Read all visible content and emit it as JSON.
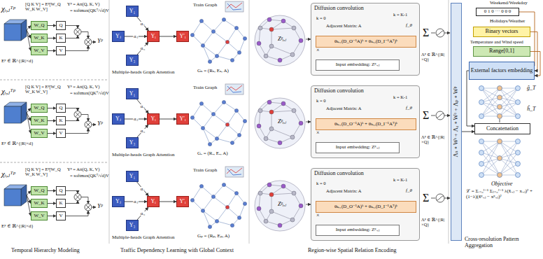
{
  "diagram": {
    "nodes": [
      {
        "text": [
          "W_Q"
        ]
      },
      {
        "text": [
          "W_K"
        ]
      },
      {
        "text": [
          "W_V"
        ]
      },
      {
        "text": [
          "Q"
        ]
      },
      {
        "text": [
          "K"
        ]
      },
      {
        "text": [
          "V"
        ]
      },
      {
        "text": [
          "W_Q"
        ]
      },
      {
        "text": [
          "W_K"
        ]
      },
      {
        "text": [
          "W_V"
        ]
      },
      {
        "text": [
          "Q"
        ]
      },
      {
        "text": [
          "K"
        ]
      },
      {
        "text": [
          "V"
        ]
      },
      {
        "text": [
          "W_Q"
        ]
      },
      {
        "text": [
          "W_K"
        ]
      },
      {
        "text": [
          "W_V"
        ]
      },
      {
        "text": [
          "Q"
        ]
      },
      {
        "text": [
          "K"
        ]
      },
      {
        "text": [
          "V"
        ]
      },
      {
        "text": [
          "Y₁"
        ]
      },
      {
        "text": [
          "Yⱼ"
        ]
      },
      {
        "text": [
          "Yᵢ"
        ]
      },
      {
        "text": [
          "Y₃"
        ]
      },
      {
        "text": [
          "Y′ᵢ"
        ]
      },
      {
        "text": [
          "Y₁"
        ]
      },
      {
        "text": [
          "Yⱼ"
        ]
      },
      {
        "text": [
          "Yᵢ"
        ]
      },
      {
        "text": [
          "Y₃"
        ]
      },
      {
        "text": [
          "Y′ᵢ"
        ]
      },
      {
        "text": [
          "Y₁"
        ]
      },
      {
        "text": [
          "Yⱼ"
        ]
      },
      {
        "text": [
          "Yᵢ"
        ]
      },
      {
        "text": [
          "Y₃"
        ]
      },
      {
        "text": [
          "Y′ᵢ"
        ]
      },
      {
        "text": [
          "Diffusion convolution"
        ]
      },
      {
        "text": [
          "θₖ,₁(D_O⁻¹A)ᵏ + θₖ,₂(D_I⁻¹Aᵀ)ᵏ"
        ],
        "in": 33
      },
      {
        "text": [
          "Input embedding: Zᵖᵢ,ⱼ"
        ],
        "in": 33
      },
      {
        "text": [
          "Diffusion convolution"
        ]
      },
      {
        "text": [
          "θₖ,₁(D_O⁻¹A)ᵏ + θₖ,₂(D_I⁻¹Aᵀ)ᵏ"
        ],
        "in": 36
      },
      {
        "text": [
          "Input embedding: Zᵖᵢ,ⱼ"
        ],
        "in": 36
      },
      {
        "text": [
          "Diffusion convolution"
        ]
      },
      {
        "text": [
          "θₖ,₁(D_O⁻¹A)ᵏ + θₖ,₂(D_I⁻¹Aᵀ)ᵏ"
        ],
        "in": 39
      },
      {
        "text": [
          "Input embedding: Zᵖᵢ,ⱼ"
        ],
        "in": 39
      },
      {
        "text": [
          "Λₛ ∘ Wˢ + Λₐ ∘ Wᵃ + Λₚ ∘ Wᵖ"
        ]
      },
      {
        "text": [
          "0 1 0 ··· 0 0 0"
        ]
      },
      {
        "text": [
          "Binary vectors"
        ]
      },
      {
        "text": [
          "Range[0,1]"
        ]
      },
      {
        "text": [
          "External factors embedding"
        ]
      },
      {
        "text": [
          "Concatenation"
        ]
      }
    ],
    "edges": [
      {
        "from": 0,
        "to": 3,
        "arrow": "to"
      },
      {
        "from": 1,
        "to": 4,
        "arrow": "to"
      },
      {
        "from": 2,
        "to": 5,
        "arrow": "to"
      },
      {
        "from": 6,
        "to": 9,
        "arrow": "to"
      },
      {
        "from": 7,
        "to": 10,
        "arrow": "to"
      },
      {
        "from": 8,
        "to": 11,
        "arrow": "to"
      },
      {
        "from": 12,
        "to": 15,
        "arrow": "to"
      },
      {
        "from": 13,
        "to": 16,
        "arrow": "to"
      },
      {
        "from": 14,
        "to": 17,
        "arrow": "to"
      },
      {
        "from": 18,
        "to": 20,
        "label": "αᵢ₁",
        "arrow": "to"
      },
      {
        "from": 19,
        "to": 20,
        "label": "αᵢⱼ",
        "arrow": "to"
      },
      {
        "from": 21,
        "to": 20,
        "label": "αᵢ₃",
        "arrow": "to"
      },
      {
        "from": 20,
        "to": 22,
        "arrow": "to"
      },
      {
        "from": 23,
        "to": 25,
        "label": "αᵢ₁",
        "arrow": "to"
      },
      {
        "from": 24,
        "to": 25,
        "label": "αᵢⱼ",
        "arrow": "to"
      },
      {
        "from": 26,
        "to": 25,
        "label": "αᵢ₃",
        "arrow": "to"
      },
      {
        "from": 25,
        "to": 27,
        "arrow": "to"
      },
      {
        "from": 28,
        "to": 30,
        "label": "αᵢ₁",
        "arrow": "to"
      },
      {
        "from": 29,
        "to": 30,
        "label": "αᵢⱼ",
        "arrow": "to"
      },
      {
        "from": 31,
        "to": 30,
        "label": "αᵢ₃",
        "arrow": "to"
      },
      {
        "from": 30,
        "to": 32,
        "arrow": "to"
      },
      {
        "from": 43,
        "to": 46,
        "arrow": "to"
      },
      {
        "from": 44,
        "to": 46,
        "arrow": "to"
      },
      {
        "from": 45,
        "to": 46,
        "arrow": "to"
      },
      {
        "from": 46,
        "to": 47,
        "arrow": "to"
      },
      {
        "from": 42,
        "to": 47,
        "arrow": "to"
      }
    ],
    "labels": [
      "χᵢ,ⱼᵀᵖ",
      "Eᵖ ∈ ℝ^{|R|×d}",
      "[Q K V] = Eᵖ[W_Q W_K W_V]",
      "Yᵖ = Att(Q, K, V)",
      "= softmax(QKᵀ/√d)V",
      "Yᵖ",
      "χᵢ,ⱼᵀᵖ",
      "Eᵖ ∈ ℝ^{|R|×d}",
      "[Q K V] = Eᵖ[W_Q W_K W_V]",
      "Yᵖ = Att(Q, K, V)",
      "= softmax(QKᵀ/√d)V",
      "Yᵖ",
      "χᵢ,ⱼᵀᵖ",
      "Eᵖ ∈ ℝ^{|R|×d}",
      "[Q K V] = Eᵖ[W_Q W_K W_V]",
      "Yᵖ = Att(Q, K, V)",
      "= softmax(QKᵀ/√d)V",
      "Yᵖ",
      "Multiple-heads Graph Attention",
      "Train Graph",
      "Gₛ = (Rₛ, Eₛ, A)",
      "Multiple-heads Graph Attention",
      "Train Graph",
      "Gₐ = (Rₐ, Eₐ, A)",
      "Multiple-heads Graph Attention",
      "Train Graph",
      "Gₚ = (Rₚ, Eₚ, A)",
      "Zᵖᵢ,ⱼ",
      "k = K-1",
      "k = 0",
      "Adjacent Matrix: A",
      "f_θ",
      "×",
      "Σ",
      "Λᵖ ∈ ℝ^{|R|×Q}",
      "Zᵖᵢ,ⱼ",
      "k = K-1",
      "k = 0",
      "Adjacent Matrix: A",
      "f_θ",
      "×",
      "Σ",
      "Λᵖ ∈ ℝ^{|R|×Q}",
      "Zᵖᵢ,ⱼ",
      "k = K-1",
      "k = 0",
      "Adjacent Matrix: A",
      "f_θ",
      "×",
      "Σ",
      "Λᵖ ∈ ℝ^{|R|×Q}",
      "Weekend/Weekday",
      "Holidays/Weather",
      "Temperature and Wind speed",
      "ĝ_T",
      "ĥ_T",
      "Objective",
      "ℒ = Σᵢ₌₀ᴵ⁻¹ Σⱼ₌₀ᴶ⁻¹ λ(x̂ᵢ,ⱼ − xᵢ,ⱼ)² + (1−λ)(x̂ᵖᵢ,ⱼ − xᵖᵢ,ⱼ)²",
      "Temporal Hierarchy Modeling",
      "Traffic Dependency Learning with Global Context",
      "Region-wise Spatial Relation Encoding",
      "Cross-resolution Pattern Aggregation"
    ]
  }
}
